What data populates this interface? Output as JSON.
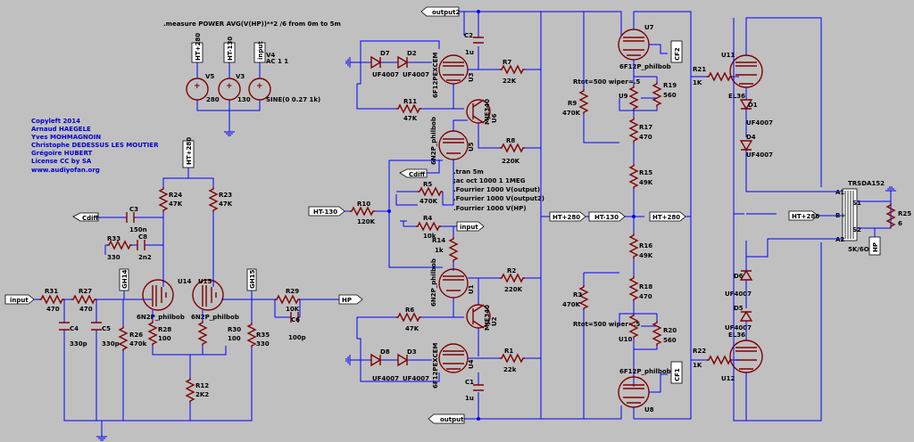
{
  "directive_measure": ".measure POWER AVG(V(HP))**2 /6 from 0m to 5m",
  "credits": {
    "lines": [
      "Copyleft 2014",
      "Arnaud HAEGELE",
      "Yves MOHMAGNOIN",
      "Christophe DEDESSUS LES MOUTIER",
      "Grégoire HUBERT",
      "License CC by SA",
      "www.audiyofan.org"
    ]
  },
  "sim": {
    "tran": ".tran 5m",
    "ac": ";ac oct 1000 1 1MEG",
    "f1": ".Fourrier 1000 V(output)",
    "f2": ".Fourrier 1000 V(output2)",
    "f3": ".Fourrier 1000 V(HP)"
  },
  "nets": {
    "ht280": "HT+280",
    "ht130": "HT-130",
    "input": "input",
    "output": "output",
    "output2": "output2",
    "cdiff": "Cdiff",
    "hp": "HP",
    "cf1": "CF1",
    "cf2": "CF2",
    "gh14": "GH14",
    "gh15": "GH15"
  },
  "sources": [
    {
      "ref": "V5",
      "value": "280"
    },
    {
      "ref": "V3",
      "value": "130"
    },
    {
      "ref": "V4",
      "value": "AC 1 1",
      "value2": "SINE(0 0.27 1k)"
    }
  ],
  "resistors": {
    "R24": {
      "ref": "R24",
      "val": "47K"
    },
    "R23": {
      "ref": "R23",
      "val": "47K"
    },
    "R33": {
      "ref": "R33",
      "val": "330"
    },
    "R31": {
      "ref": "R31",
      "val": "470"
    },
    "R27": {
      "ref": "R27",
      "val": "470"
    },
    "R26": {
      "ref": "R26",
      "val": "470k"
    },
    "R28": {
      "ref": "R28",
      "val": "100"
    },
    "R30": {
      "ref": "R30",
      "val": "100"
    },
    "R35": {
      "ref": "R35",
      "val": "330"
    },
    "R29": {
      "ref": "R29",
      "val": "10K"
    },
    "R12": {
      "ref": "R12",
      "val": "2K2"
    },
    "R10": {
      "ref": "R10",
      "val": "120K"
    },
    "R5": {
      "ref": "R5",
      "val": "470K"
    },
    "R4": {
      "ref": "R4",
      "val": "10k"
    },
    "R14": {
      "ref": "R14",
      "val": "1k"
    },
    "R11": {
      "ref": "R11",
      "val": "47K"
    },
    "R7": {
      "ref": "R7",
      "val": "22K"
    },
    "R8": {
      "ref": "R8",
      "val": "220K"
    },
    "R2": {
      "ref": "R2",
      "val": "220K"
    },
    "R6": {
      "ref": "R6",
      "val": "47K"
    },
    "R1": {
      "ref": "R1",
      "val": "22k"
    },
    "R9": {
      "ref": "R9",
      "val": "470K"
    },
    "R19": {
      "ref": "R19",
      "val": "560"
    },
    "R17": {
      "ref": "R17",
      "val": "470"
    },
    "R15": {
      "ref": "R15",
      "val": "49K"
    },
    "R16": {
      "ref": "R16",
      "val": "49K"
    },
    "R18": {
      "ref": "R18",
      "val": "470"
    },
    "R3": {
      "ref": "R3",
      "val": "470K"
    },
    "R20": {
      "ref": "R20",
      "val": "560"
    },
    "R21": {
      "ref": "R21",
      "val": "1K"
    },
    "R22": {
      "ref": "R22",
      "val": "1K"
    },
    "R25": {
      "ref": "R25",
      "val": "6"
    }
  },
  "pots": {
    "U9": "Rtot=500 wiper=.5",
    "U10": "Rtot=500 wiper=.5"
  },
  "capacitors": {
    "C3": {
      "ref": "C3",
      "val": "150n"
    },
    "C8": {
      "ref": "C8",
      "val": "2n2"
    },
    "C4": {
      "ref": "C4",
      "val": "330p"
    },
    "C5": {
      "ref": "C5",
      "val": "330p"
    },
    "C6": {
      "ref": "C6",
      "val": "100p"
    },
    "C2": {
      "ref": "C2",
      "val": "1u"
    },
    "C1": {
      "ref": "C1",
      "val": "1u"
    }
  },
  "diodes": {
    "D7": {
      "ref": "D7",
      "val": "UF4007"
    },
    "D2": {
      "ref": "D2",
      "val": "UF4007"
    },
    "D8": {
      "ref": "D8",
      "val": "UF4007"
    },
    "D3": {
      "ref": "D3",
      "val": "UF4007"
    },
    "D1": {
      "ref": "D1",
      "val": "UF4007"
    },
    "D4": {
      "ref": "D4",
      "val": "UF4007"
    },
    "D6": {
      "ref": "D6",
      "val": "UF4007"
    },
    "D5": {
      "ref": "D5",
      "val": "UF4007"
    }
  },
  "tubes": {
    "U14": {
      "ref": "U14",
      "val": "6N2P_philbob"
    },
    "U15": {
      "ref": "U15",
      "val": "6N2P_philbob"
    },
    "U3": {
      "ref": "U3",
      "val": "6F12PEXCEM"
    },
    "U5": {
      "ref": "U5",
      "val": "6N2P_philbob"
    },
    "U1": {
      "ref": "U1",
      "val": "6N2P_philbob"
    },
    "U4": {
      "ref": "U4",
      "val": "6F12PEXCEM"
    },
    "U7": {
      "ref": "U7",
      "val": "6F12P_philbob"
    },
    "U8": {
      "ref": "U8",
      "val": "6F12P_philbob"
    },
    "U11": {
      "ref": "U11",
      "val": "EL36"
    },
    "U12": {
      "ref": "U12",
      "val": "EL36"
    }
  },
  "transistors": {
    "U6": {
      "ref": "U6",
      "val": "MJE340"
    },
    "U2": {
      "ref": "U2",
      "val": "MJE340"
    }
  },
  "transformer": {
    "ref": "TRSDA152",
    "val": "5K/6Ohm",
    "pins": [
      "A1",
      "B+",
      "A2",
      "S1",
      "S2"
    ]
  },
  "colors": {
    "background": "#c0c0c0",
    "wire": "#0000ff",
    "component": "#800000",
    "text": "#000000",
    "credits": "#0000cc"
  }
}
